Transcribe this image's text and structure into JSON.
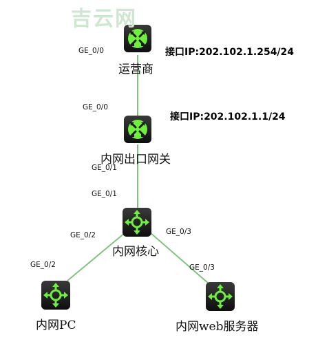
{
  "watermark": "吉云网",
  "nodes": {
    "isp": {
      "label": "运营商",
      "icon": "router-icon"
    },
    "gw": {
      "label": "内网出口网关",
      "icon": "router-icon"
    },
    "core": {
      "label": "内网核心",
      "icon": "l3-switch-icon"
    },
    "pc": {
      "label": "内网PC",
      "icon": "l3-switch-icon"
    },
    "web": {
      "label": "内网web服务器",
      "icon": "l3-switch-icon"
    }
  },
  "interfaces": {
    "isp_down": "GE_0/0",
    "gw_up": "GE_0/0",
    "gw_down": "GE_0/1",
    "core_up": "GE_0/1",
    "core_left": "GE_0/2",
    "pc_up": "GE_0/2",
    "core_right": "GE_0/3",
    "web_up": "GE_0/3"
  },
  "ip_labels": {
    "isp_ip": "接口IP:202.102.1.254/24",
    "gw_ip": "接口IP:202.102.1.1/24"
  },
  "colors": {
    "link": "#7fc47d",
    "device_body": "#1b1b1b",
    "device_accent": "#6ef03c"
  }
}
